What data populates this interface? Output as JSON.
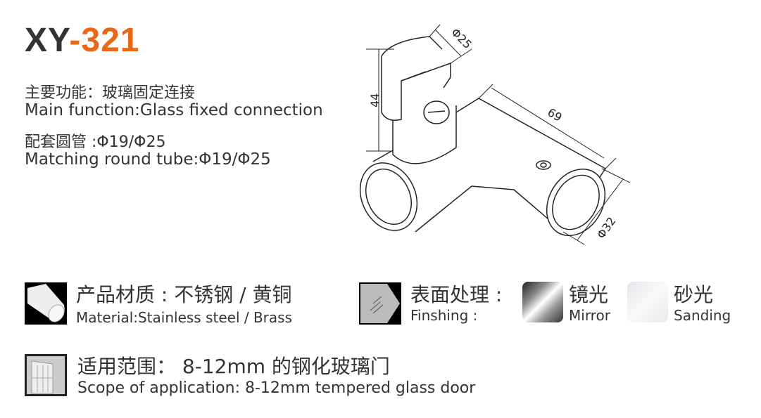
{
  "product": {
    "model_prefix": "XY",
    "model_number": "-321"
  },
  "specs": {
    "function_cn": "主要功能：玻璃固定连接",
    "function_en": "Main function:Glass fixed connection",
    "tube_cn": "配套圆管 :Φ19/Φ25",
    "tube_en": "Matching round tube:Φ19/Φ25"
  },
  "drawing": {
    "dim_top": "Φ25",
    "dim_height": "44",
    "dim_length": "69",
    "dim_tube": "Φ32"
  },
  "material": {
    "cn": "产品材质 : 不锈钢 / 黄铜",
    "en": "Material:Stainless steel / Brass"
  },
  "finishing": {
    "cn": "表面处理 :",
    "en": "Finshing :",
    "options": [
      {
        "cn": "镜光",
        "en": "Mirror"
      },
      {
        "cn": "砂光",
        "en": "Sanding"
      }
    ]
  },
  "scope": {
    "cn": "适用范围： 8-12mm 的钢化玻璃门",
    "en": "Scope of application: 8-12mm tempered glass door"
  },
  "colors": {
    "accent": "#e8681a",
    "text": "#333333"
  }
}
